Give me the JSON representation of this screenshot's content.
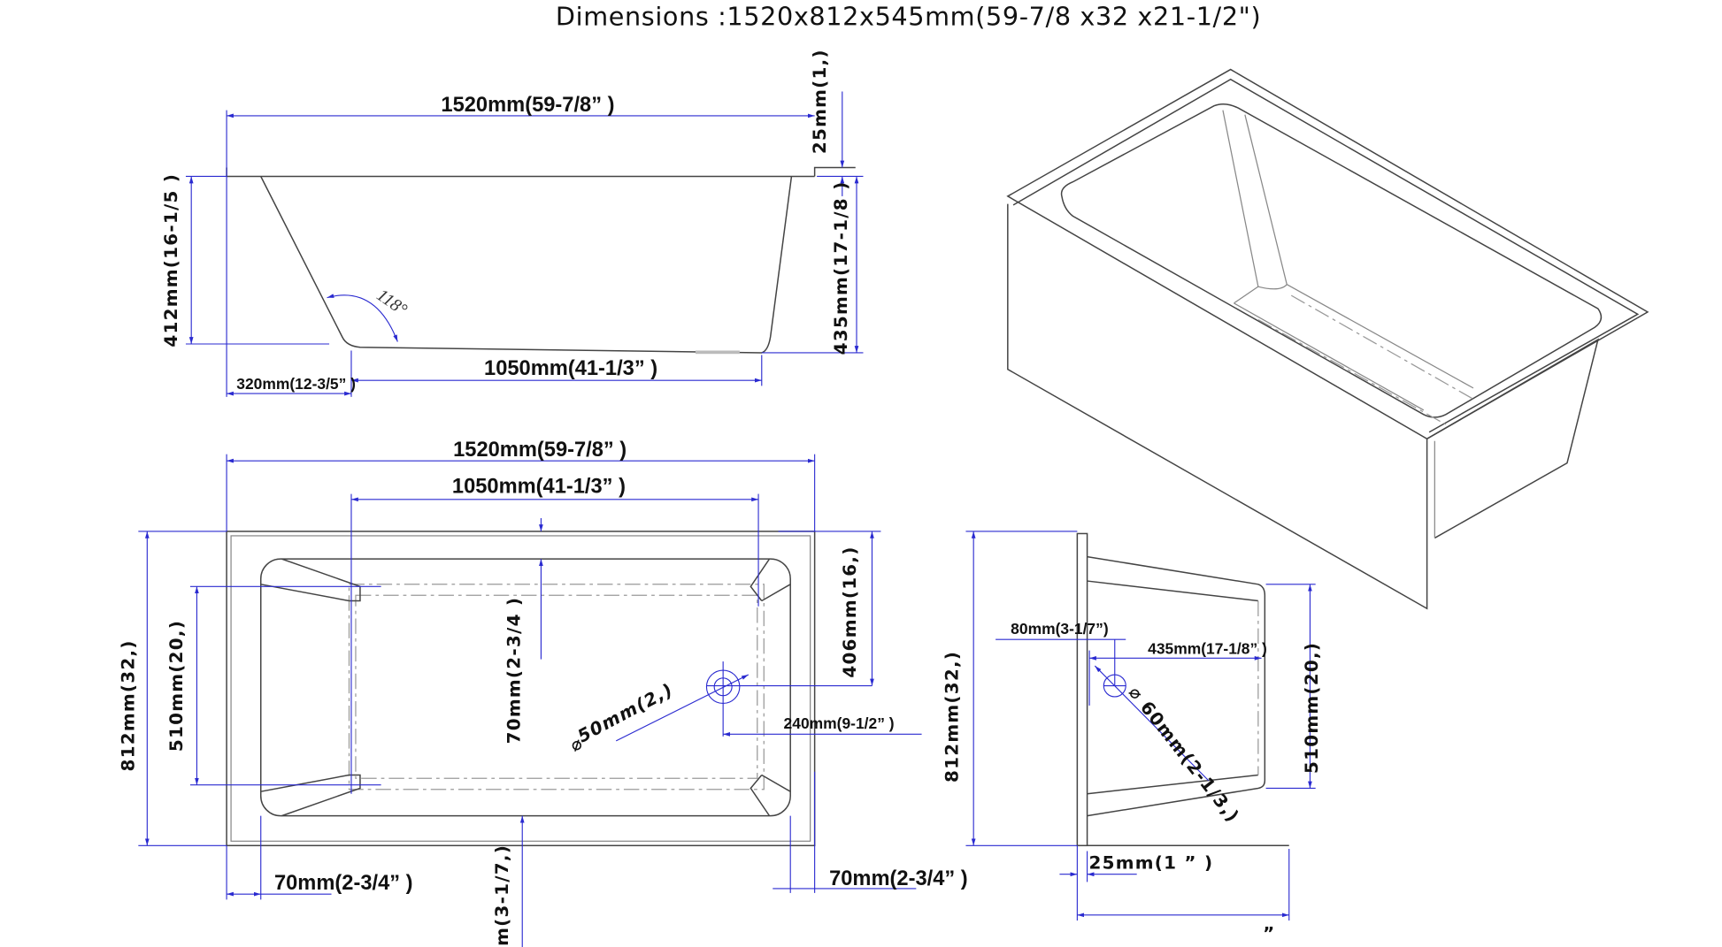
{
  "title": "Dimensions :1520x812x545mm(59-7/8 x32 x21-1/2\")",
  "side_view": {
    "length": "1520mm(59-7/8” )",
    "rim": "25mm(1,)",
    "depth_left": "412mm(16-1/5 )",
    "depth_right": "435mm(17-1/8 )",
    "bottom_length": "1050mm(41-1/3” )",
    "offset": "320mm(12-3/5”  )",
    "angle": "118°"
  },
  "top_view": {
    "length": "1520mm(59-7/8” )",
    "inner_length": "1050mm(41-1/3” )",
    "width": "812mm(32,)",
    "inner_width": "510mm(20,)",
    "wall_top": "70mm(2-3/4 )",
    "drain_offset_y": "406mm(16,)",
    "drain_diameter": "50mm(2,)",
    "drain_diameter_symbol": "⌀",
    "drain_offset_x": "240mm(9-1/2” )",
    "wall_left": "70mm(2-3/4” )",
    "wall_right": "70mm(2-3/4” )",
    "bottom_partial": "m(3-1/7,)"
  },
  "end_view": {
    "width": "812mm(32,)",
    "overflow_offset": "80mm(3-1/7”)",
    "inner_length": "435mm(17-1/8” )",
    "inner_width": "510mm(20,)",
    "overflow_diameter": "⌀ 60mm(2-1/3,)",
    "flange": "25mm(1 ” )",
    "bottom_partial": "”"
  },
  "colors": {
    "dimension": "#2a2ad0",
    "outline": "#444444"
  }
}
